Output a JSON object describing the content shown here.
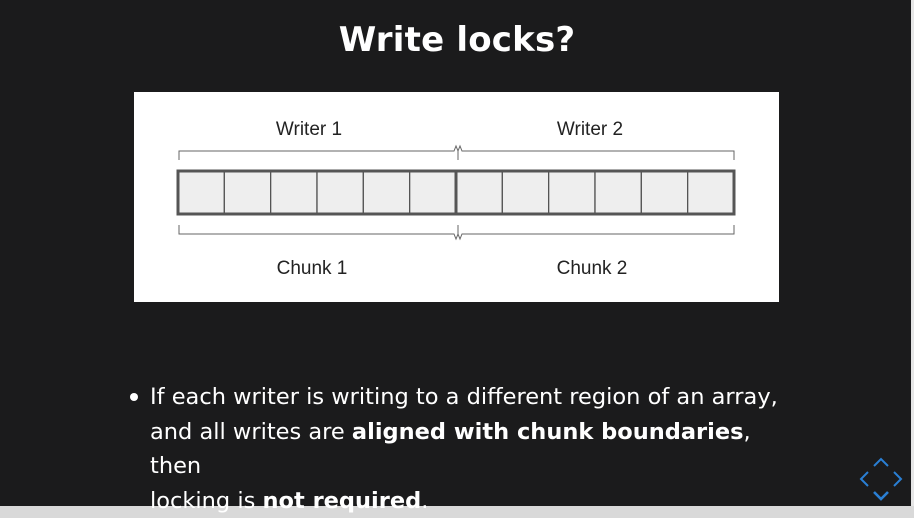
{
  "slide": {
    "title": "Write locks?",
    "figure": {
      "writer_labels": [
        "Writer 1",
        "Writer 2"
      ],
      "chunk_labels": [
        "Chunk 1",
        "Chunk 2"
      ],
      "cells_per_chunk": 6,
      "cell_fill": "#eeeeee",
      "border_color": "#555555"
    },
    "bullet": {
      "text_1": "If each writer is writing to a different region of an array,",
      "text_2": "and all writes are ",
      "bold_1": "aligned with chunk boundaries",
      "text_3": ", then",
      "text_4": "locking is ",
      "bold_2": "not required",
      "text_5": "."
    },
    "nav_icon": "navigation-diamond-icon",
    "nav_color": "#2a7fd4"
  }
}
